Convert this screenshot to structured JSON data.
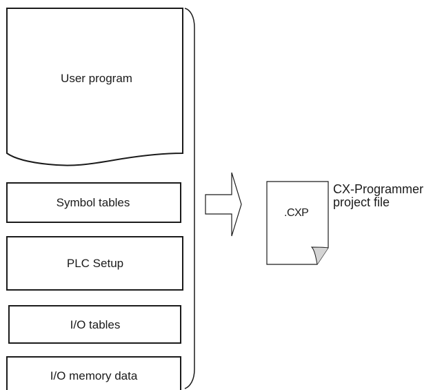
{
  "blocks": [
    {
      "id": "user_program",
      "label": "User program"
    },
    {
      "id": "symbol_tables",
      "label": "Symbol tables"
    },
    {
      "id": "plc_setup",
      "label": "PLC Setup"
    },
    {
      "id": "io_tables",
      "label": "I/O tables"
    },
    {
      "id": "io_memory",
      "label": "I/O memory data"
    }
  ],
  "file_icon": {
    "extension": ".CXP"
  },
  "project_file_label": {
    "line1": "CX-Programmer",
    "line2": "project file"
  }
}
